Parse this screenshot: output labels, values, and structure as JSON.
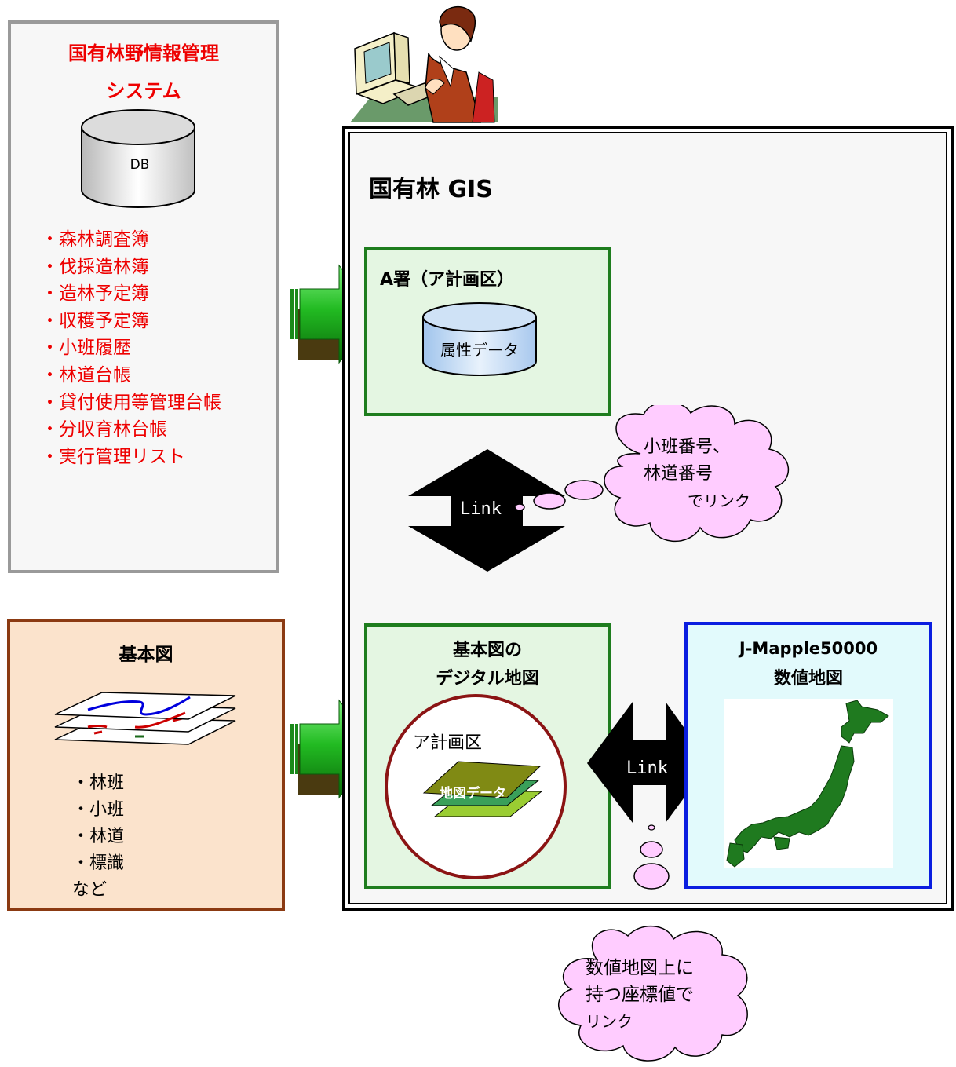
{
  "system": {
    "title_line1": "国有林野情報管理",
    "title_line2": "システム",
    "db_label": "DB",
    "items": [
      "・森林調査簿",
      "・伐採造林簿",
      "・造林予定簿",
      "・収穫予定簿",
      "・小班履歴",
      "・林道台帳",
      "・貸付使用等管理台帳",
      "・分収育林台帳",
      "・実行管理リスト"
    ]
  },
  "basemap": {
    "title": "基本図",
    "items": [
      "・林班",
      "・小班",
      "・林道",
      "・標識",
      "など"
    ]
  },
  "gis": {
    "title": "国有林 GIS",
    "office": {
      "title": "A署（ア計画区）",
      "db_label": "属性データ"
    },
    "digital": {
      "title_line1": "基本図の",
      "title_line2": "デジタル地図",
      "area_label": "ア計画区",
      "layer_label": "地図データ"
    },
    "jmap": {
      "title_line1": "J-Mapple50000",
      "title_line2": "数値地図"
    },
    "link_label_1": "Link",
    "link_label_2": "Link"
  },
  "callouts": {
    "upper": [
      "小班番号、",
      "林道番号",
      "でリンク"
    ],
    "lower": [
      "数値地図上に",
      "持つ座標値で",
      "リンク"
    ]
  },
  "colors": {
    "red_text": "#ee0000",
    "green_border": "#1e7d1e",
    "blue_border": "#0a1ee0",
    "brown_border": "#8b3a12",
    "cloud_fill": "#ffccff",
    "arrow_green": "#22bb22"
  }
}
